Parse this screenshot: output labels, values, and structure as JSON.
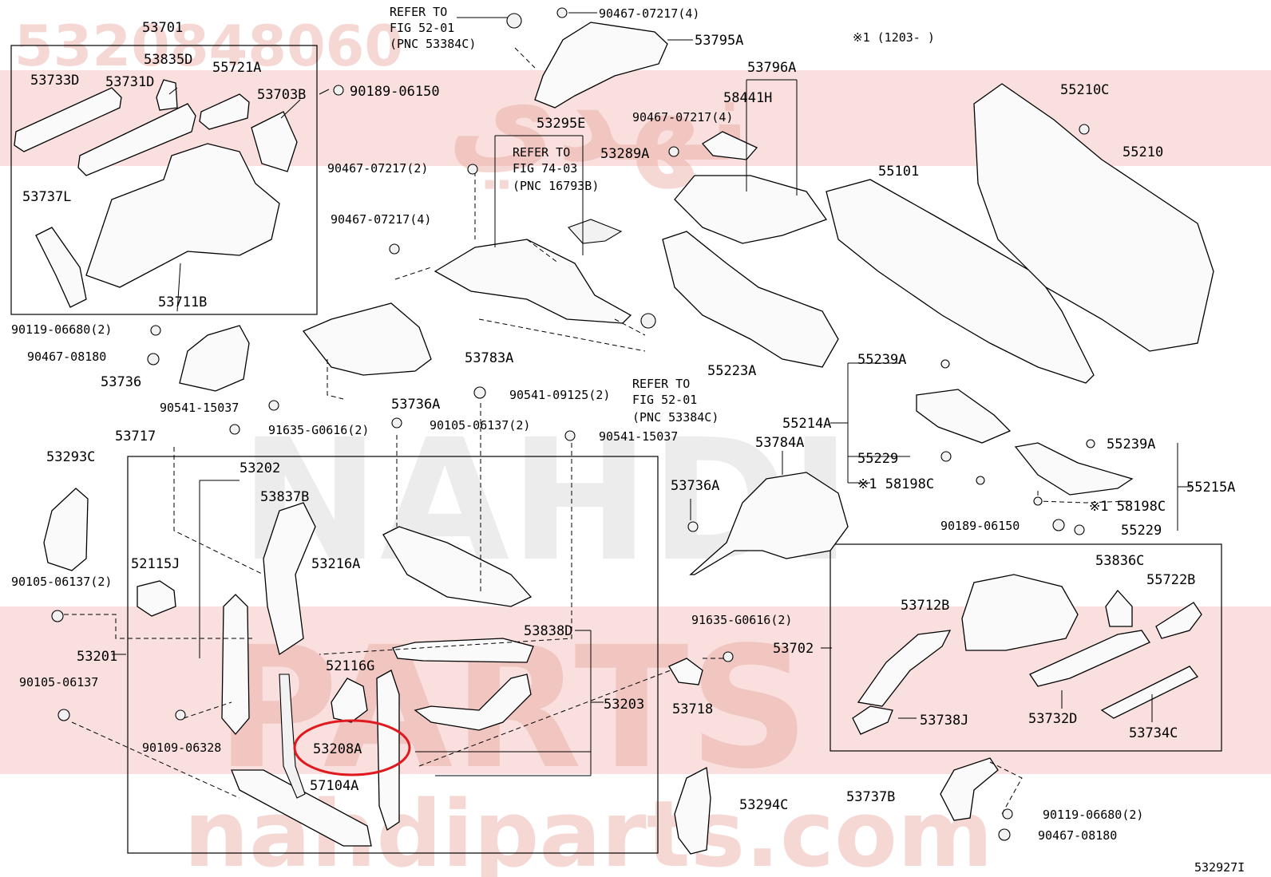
{
  "watermark": {
    "part_number": "5320848060",
    "site": "nahdiparts.com",
    "arabic": "نهدي",
    "latin_word": "NAHDI",
    "latin_word2": "PARTS"
  },
  "figure_note": "※1 (1203-      )",
  "figure_id": "532927I",
  "highlight": {
    "part": "53208A",
    "color": "#e0191e"
  },
  "colors": {
    "watermark_red": "#e9a7a0",
    "highlight": "#e0191e",
    "line": "#000000"
  },
  "labels": {
    "l53701": "53701",
    "l53835D": "53835D",
    "l53733D": "53733D",
    "l53731D": "53731D",
    "l55721A": "55721A",
    "l53703B": "53703B",
    "l90189_06150a": "90189-06150",
    "l53737L": "53737L",
    "l53711B": "53711B",
    "refer1a": "REFER TO",
    "refer1b": "FIG 52-01",
    "refer1c": "(PNC 53384C)",
    "l90467_07217_4a": "90467-07217(4)",
    "l53795A": "53795A",
    "l53295E": "53295E",
    "l90467_07217_2": "90467-07217(2)",
    "refer2a": "REFER TO",
    "refer2b": "FIG 74-03",
    "refer2c": "(PNC 16793B)",
    "l53289A": "53289A",
    "l90467_07217_4b": "90467-07217(4)",
    "l53796A": "53796A",
    "l58441H": "58441H",
    "l90467_07217_4c": "90467-07217(4)",
    "l55101": "55101",
    "l55210C": "55210C",
    "l55210": "55210",
    "l90119_06680_2a": "90119-06680(2)",
    "l90467_08180a": "90467-08180",
    "l53736": "53736",
    "l53783A": "53783A",
    "refer3a": "REFER TO",
    "refer3b": "FIG 52-01",
    "refer3c": "(PNC 53384C)",
    "l55223A": "55223A",
    "l55239Aa": "55239A",
    "l90541_15037a": "90541-15037",
    "l53736A": "53736A",
    "l90541_09125": "90541-09125(2)",
    "l55214A": "55214A",
    "l53717": "53717",
    "l91635_G0616_2a": "91635-G0616(2)",
    "l90105_06137_2a": "90105-06137(2)",
    "l90541_15037b": "90541-15037",
    "l53784A": "53784A",
    "l55229a": "55229",
    "l158198Ca": "※1 58198C",
    "l55239Ab": "55239A",
    "l55215A": "55215A",
    "l158198Cb": "※1 58198C",
    "l53293C": "53293C",
    "l53202": "53202",
    "l53837B": "53837B",
    "l53736Ab": "53736A",
    "l90189_06150b": "90189-06150",
    "l55229b": "55229",
    "l52115J": "52115J",
    "l53216A": "53216A",
    "l90105_06137_2b": "90105-06137(2)",
    "l53836C": "53836C",
    "l55722B": "55722B",
    "l53712B": "53712B",
    "l53838D": "53838D",
    "l91635_G0616_2b": "91635-G0616(2)",
    "l53702": "53702",
    "l53201": "53201",
    "l52116G": "52116G",
    "l90105_06137": "90105-06137",
    "l53203": "53203",
    "l53718": "53718",
    "l53738J": "53738J",
    "l53732D": "53732D",
    "l53734C": "53734C",
    "l90109_06328": "90109-06328",
    "l53208A": "53208A",
    "l57104A": "57104A",
    "l53294C": "53294C",
    "l53737B": "53737B",
    "l90119_06680_2b": "90119-06680(2)",
    "l90467_08180b": "90467-08180"
  }
}
